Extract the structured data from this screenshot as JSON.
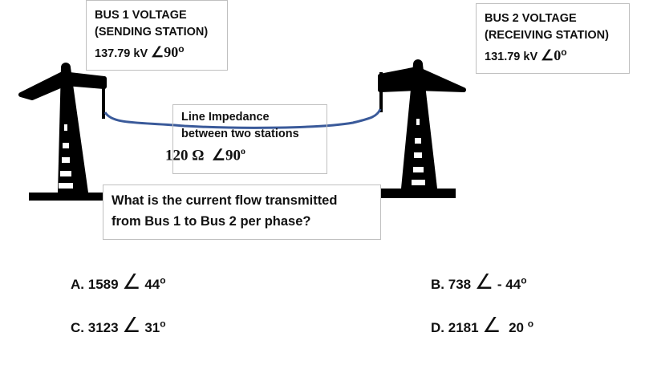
{
  "bus1": {
    "title": "BUS 1  VOLTAGE",
    "subtitle": "(SENDING STATION)",
    "magnitude": "137.79 kV",
    "angle_symbol": "∠",
    "angle": "90",
    "degree": "o"
  },
  "bus2": {
    "title": "BUS 2  VOLTAGE",
    "subtitle": "(RECEIVING STATION)",
    "magnitude": "131.79 kV",
    "angle_symbol": "∠",
    "angle": "0",
    "degree": "o"
  },
  "impedance": {
    "line1": "Line Impedance",
    "line2": "between two stations",
    "magnitude": "120 Ω",
    "angle_symbol": "∠",
    "angle": "90",
    "degree": "o"
  },
  "question": {
    "line1": "What is the current flow transmitted",
    "line2": "from Bus 1 to Bus 2 per phase?"
  },
  "answers": [
    {
      "label": "A.",
      "magnitude": "1589",
      "angle_symbol": "∠",
      "angle": "44",
      "degree": "o"
    },
    {
      "label": "B.",
      "magnitude": "738",
      "angle_symbol": "∠",
      "angle": "- 44",
      "degree": "o"
    },
    {
      "label": "C.",
      "magnitude": "3123",
      "angle_symbol": "∠",
      "angle": "31",
      "degree": "o"
    },
    {
      "label": "D.",
      "magnitude": "2181",
      "angle_symbol": "∠",
      "angle": "20",
      "degree": "o"
    }
  ],
  "colors": {
    "line": "#3a5a9a"
  }
}
